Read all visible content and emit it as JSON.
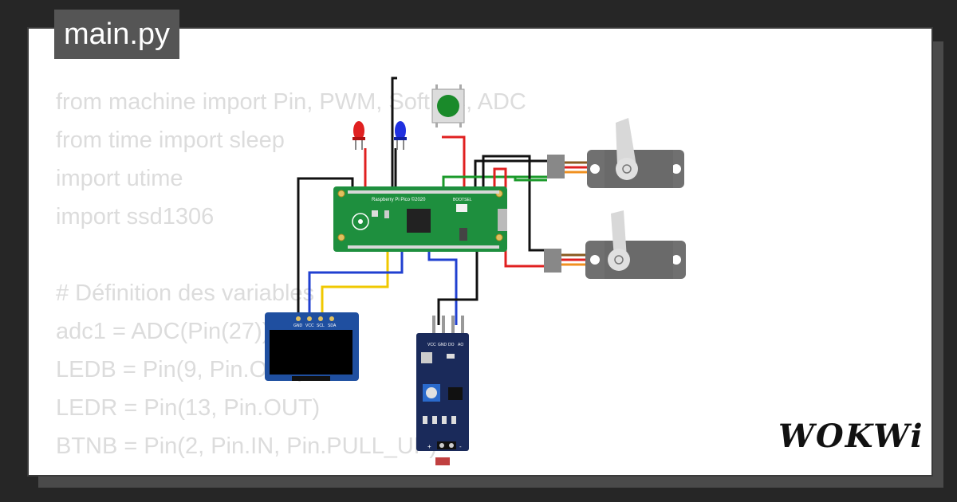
{
  "file_tab": {
    "label": "main.py"
  },
  "code_lines": [
    "from machine import Pin, PWM, SoftI2C, ADC",
    "from time import sleep",
    "import utime",
    "import ssd1306",
    "",
    "# Définition des variables",
    "adc1 = ADC(Pin(27))",
    "LEDB = Pin(9, Pin.OUT)",
    "LEDR = Pin(13, Pin.OUT)",
    "BTNB = Pin(2, Pin.IN, Pin.PULL_UP)"
  ],
  "board": {
    "label": "Raspberry Pi Pico ©2020",
    "bootsel_label": "BOOTSEL",
    "color": "#1e8f3e"
  },
  "oled": {
    "pins": [
      "GND",
      "VCC",
      "SCL",
      "SDA"
    ]
  },
  "sensor": {
    "pins": [
      "VCC",
      "GND",
      "DO",
      "AO"
    ],
    "signs": [
      "+",
      "-"
    ]
  },
  "leds": {
    "red": "#e02020",
    "blue": "#2030e0"
  },
  "button": {
    "cap_color": "#1a8a2a"
  },
  "wire_colors": {
    "black": "#111111",
    "red": "#e02020",
    "green": "#1a9a2a",
    "blue": "#2040d0",
    "yellow": "#f0c800"
  },
  "logo": {
    "text": "WOKWi"
  }
}
